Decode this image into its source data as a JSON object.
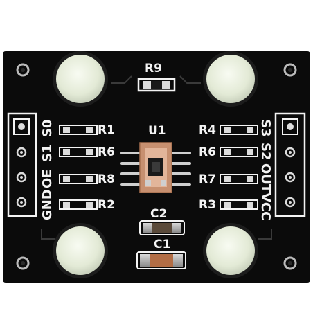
{
  "board": {
    "pcb_color": "#0b0b0b",
    "silkscreen_color": "#f4f4f4",
    "led_color": "#ecf2e2",
    "chip_color": "#c79070"
  },
  "labels": {
    "r9": "R9",
    "u1": "U1",
    "c2": "C2",
    "c1": "C1",
    "r1": "R1",
    "r6_left": "R6",
    "r8": "R8",
    "r2": "R2",
    "r4": "R4",
    "r6_right": "R6",
    "r7": "R7",
    "r3": "R3"
  },
  "left_header": {
    "pins": [
      "S0",
      "S1",
      "OE",
      "GND"
    ]
  },
  "right_header": {
    "pins": [
      "S3",
      "S2",
      "OUT",
      "VCC"
    ]
  }
}
